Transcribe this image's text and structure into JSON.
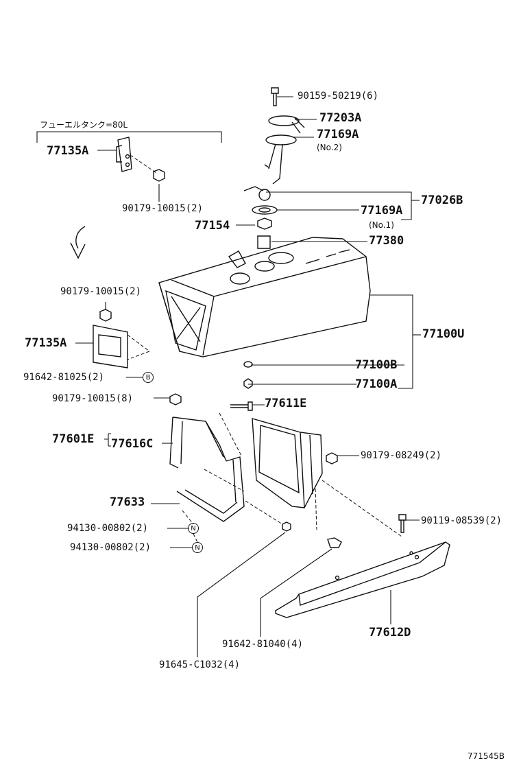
{
  "header_note": "フューエルタンク=80L",
  "figure_code": "771545B",
  "notes": {
    "no2": "(No.2)",
    "no1": "(No.1)"
  },
  "markers": {
    "b": "B",
    "n1": "N",
    "n2": "N"
  },
  "labels": {
    "p90159_50219": "90159-50219(6)",
    "p77203A": "77203A",
    "p77169A_top": "77169A",
    "p77135A_top": "77135A",
    "p90179_10015_top": "90179-10015(2)",
    "p77026B": "77026B",
    "p77169A_mid": "77169A",
    "p77154": "77154",
    "p77380": "77380",
    "p90179_10015_mid": "90179-10015(2)",
    "p77100U": "77100U",
    "p77135A_mid": "77135A",
    "p77100B": "77100B",
    "p91642_81025": "91642-81025(2)",
    "p77100A": "77100A",
    "p90179_10015_8": "90179-10015(8)",
    "p77611E": "77611E",
    "p77601E": "77601E",
    "p77616C": "77616C",
    "p90179_08249": "90179-08249(2)",
    "p77633": "77633",
    "p90119_08539": "90119-08539(2)",
    "p94130_00802_a": "94130-00802(2)",
    "p94130_00802_b": "94130-00802(2)",
    "p77612D": "77612D",
    "p91642_81040": "91642-81040(4)",
    "p91645_C1032": "91645-C1032(4)"
  }
}
